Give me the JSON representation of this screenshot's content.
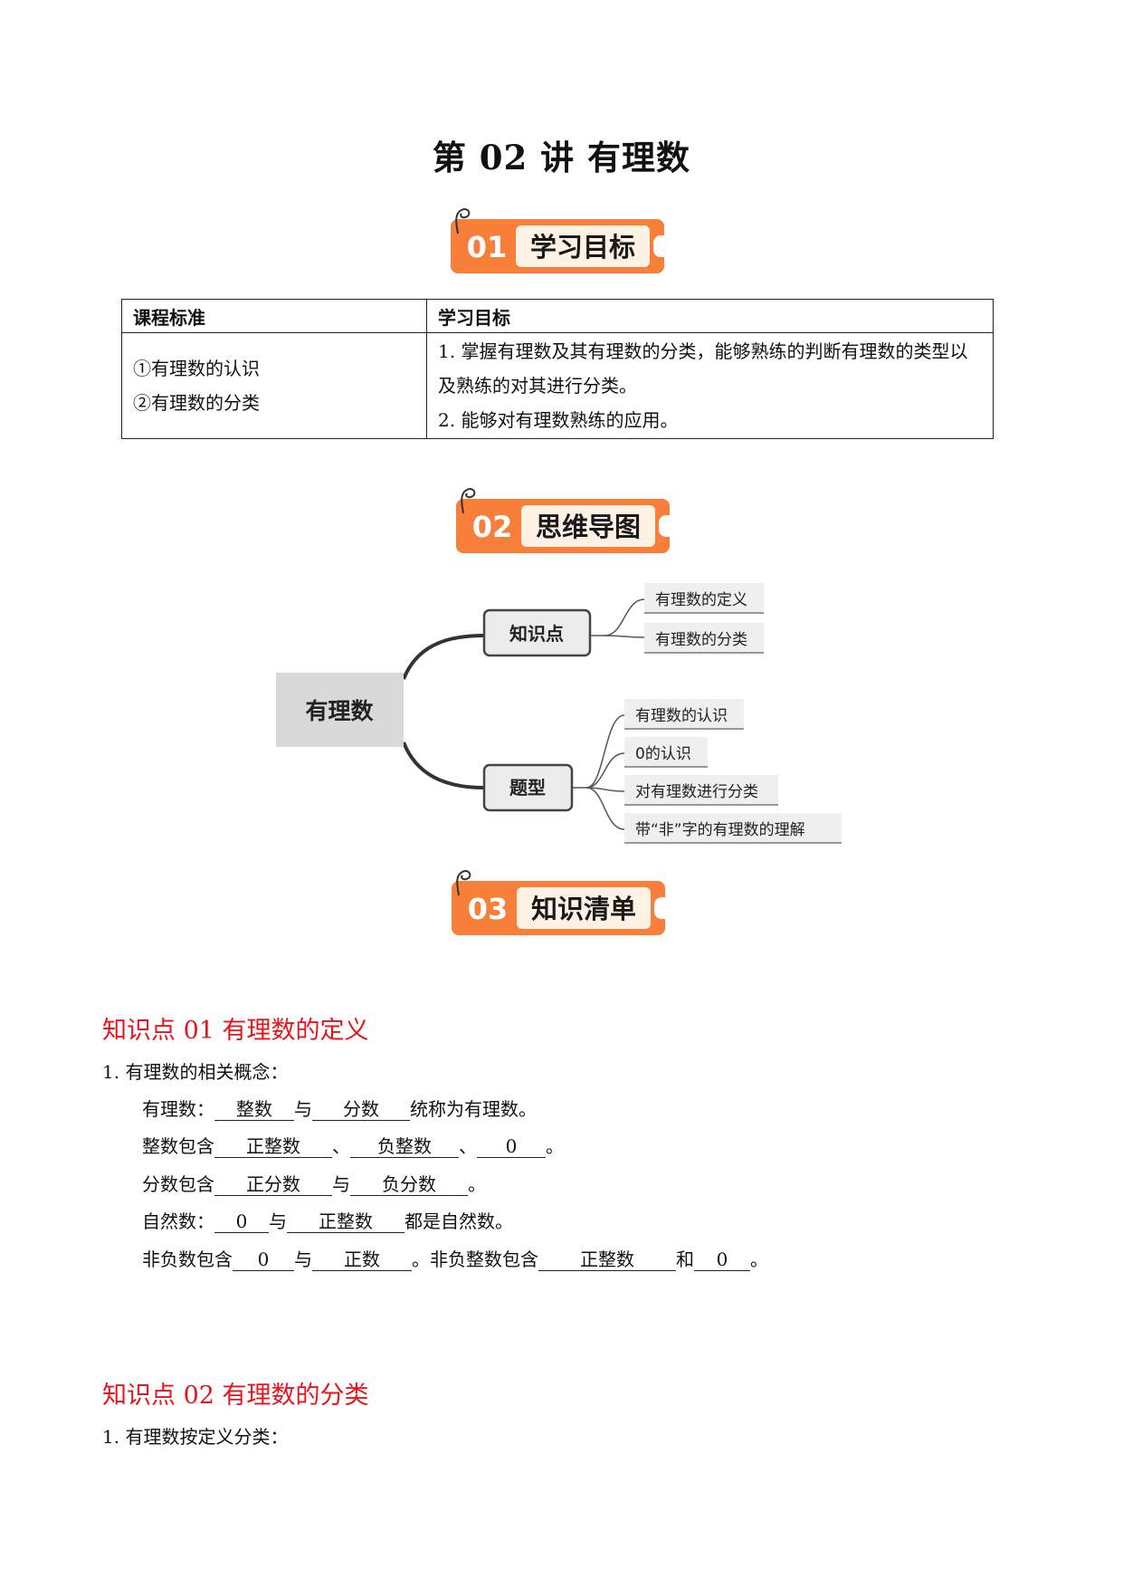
{
  "title": "第 02 讲  有理数",
  "sections": [
    {
      "num": "01",
      "label": "学习目标"
    },
    {
      "num": "02",
      "label": "思维导图"
    },
    {
      "num": "03",
      "label": "知识清单"
    }
  ],
  "objectives_table": {
    "headers": [
      "课程标准",
      "学习目标"
    ],
    "standards": [
      "①有理数的认识",
      "②有理数的分类"
    ],
    "goals": [
      "1. 掌握有理数及其有理数的分类，能够熟练的判断有理数的类型以及熟练的对其进行分类。",
      "2. 能够对有理数熟练的应用。"
    ]
  },
  "mind_map": {
    "root": "有理数",
    "branches": [
      {
        "label": "知识点",
        "children": [
          "有理数的定义",
          "有理数的分类"
        ]
      },
      {
        "label": "题型",
        "children": [
          "有理数的认识",
          "0的认识",
          "对有理数进行分类",
          "带“非”字的有理数的理解"
        ]
      }
    ]
  },
  "knowledge": {
    "kp1_title": "知识点 01  有理数的定义",
    "kp1_intro": "1. 有理数的相关概念：",
    "l1": {
      "a": "有理数：",
      "b1": "整数",
      "c": "与",
      "b2": "分数",
      "d": "统称为有理数。"
    },
    "l2": {
      "a": "整数包含",
      "b1": "正整数",
      "c": "、",
      "b2": "负整数",
      "d": "、",
      "b3": "0",
      "e": "。"
    },
    "l3": {
      "a": "分数包含",
      "b1": "正分数",
      "c": "与",
      "b2": "负分数",
      "d": "。"
    },
    "l4": {
      "a": "自然数：",
      "b1": "0",
      "c": "与",
      "b2": "正整数",
      "d": "都是自然数。"
    },
    "l5": {
      "a": "非负数包含",
      "b1": "0",
      "c": "与",
      "b2": "正数",
      "d": "。非负整数包含",
      "b3": "正整数",
      "e": "和",
      "b4": "0",
      "f": "。"
    },
    "kp2_title": "知识点 02  有理数的分类",
    "kp2_intro": "1. 有理数按定义分类："
  },
  "colors": {
    "accent": "#f77f3a",
    "heading_red": "#e8141c"
  }
}
